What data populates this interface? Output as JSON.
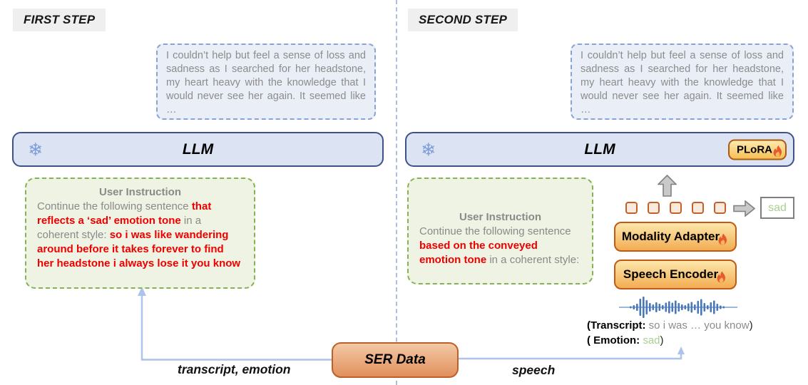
{
  "labels": {
    "first_step": "FIRST STEP",
    "second_step": "SECOND STEP"
  },
  "generated_text": "I couldn’t help but feel a sense of loss and sadness as I searched for her headstone, my heart heavy with the knowledge that I would never see her again. It seemed like …",
  "llm": {
    "label": "LLM",
    "snowflake": "❄"
  },
  "plora": {
    "label": "PLoRA"
  },
  "left_instruction": {
    "title": "User Instruction",
    "seg1": "Continue the following sentence ",
    "seg2": "that reflects a ‘sad’ emotion tone ",
    "seg3": "in a coherent style: ",
    "seg4": "so i was like wandering around before it takes forever to find her headstone i always lose it you know"
  },
  "right_instruction": {
    "title": "User Instruction",
    "seg1": "Continue the following sentence ",
    "seg2": "based on the conveyed emotion tone",
    "seg3": " in a coherent style:"
  },
  "pipeline": {
    "modality_adapter": "Modality Adapter",
    "speech_encoder": "Speech Encoder",
    "prediction": "sad"
  },
  "annotation": {
    "transcript_label": "(Transcript:",
    "transcript_value": " so i was … you know",
    "transcript_close": ")",
    "emotion_label": "( Emotion:",
    "emotion_value": " sad",
    "emotion_close": ")"
  },
  "bottom": {
    "ser_data": "SER Data",
    "left_arrow_label": "transcript, emotion",
    "right_arrow_label": "speech"
  },
  "waveform_heights": [
    3,
    6,
    10,
    24,
    30,
    20,
    12,
    8,
    14,
    10,
    6,
    13,
    17,
    13,
    19,
    12,
    8,
    6,
    11,
    15,
    8,
    18,
    23,
    12,
    6,
    14,
    19,
    10,
    5,
    3
  ],
  "colors": {
    "red_text": "#ee0000",
    "emotion_green": "#a9d18e",
    "waveform_blue": "#4a77b8",
    "connector_blue": "#aec3e9",
    "frozen_blue_fill": "#dce3f3",
    "trainable_amber_border": "#c05a14"
  }
}
